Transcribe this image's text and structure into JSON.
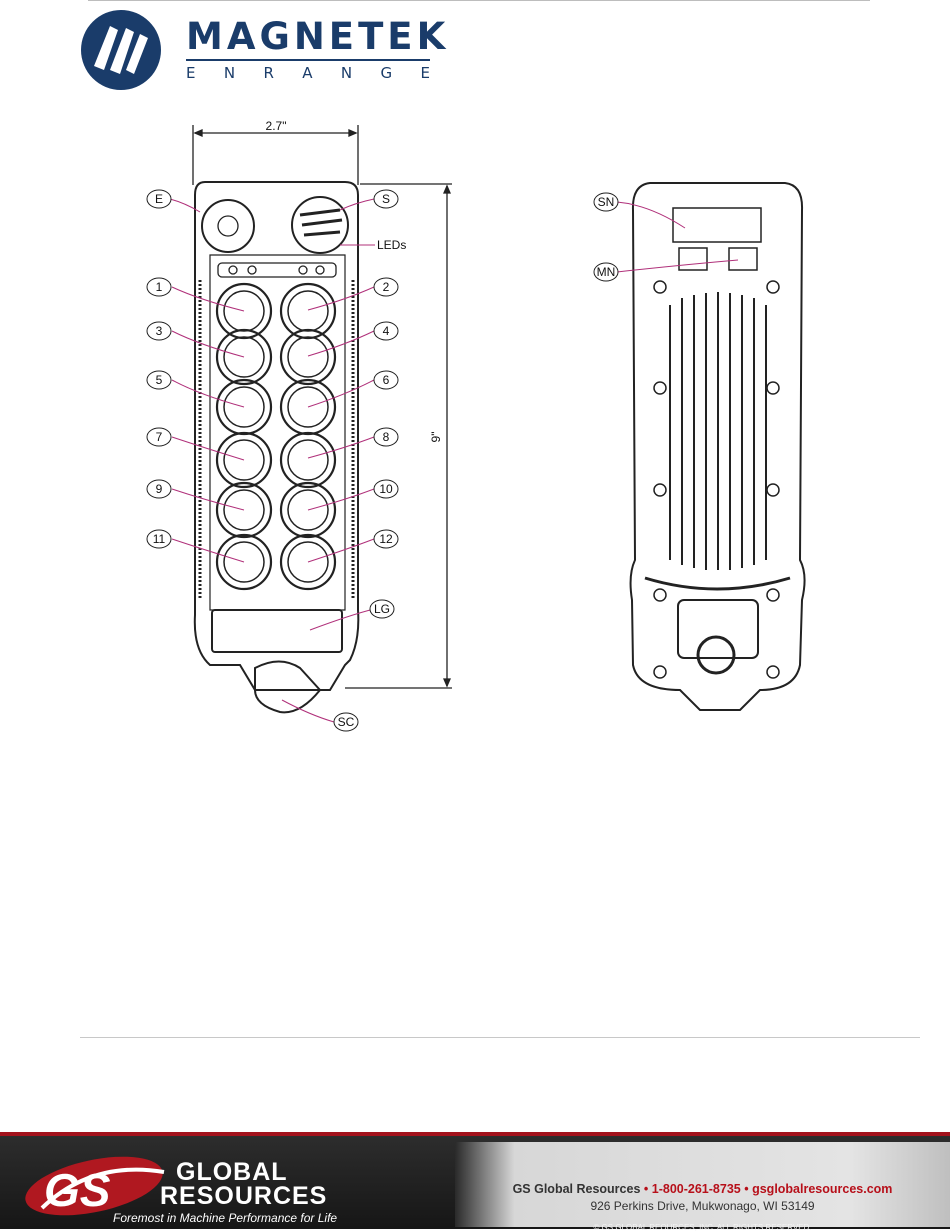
{
  "header": {
    "brand_name": "MAGNETEK",
    "brand_sub_letters": [
      "E",
      "N",
      "R",
      "A",
      "N",
      "G",
      "E"
    ]
  },
  "drawing": {
    "width_label": "2.7\"",
    "height_label": "9\"",
    "front_callouts": {
      "e": "E",
      "s": "S",
      "leds": "LEDs",
      "b1": "1",
      "b2": "2",
      "b3": "3",
      "b4": "4",
      "b5": "5",
      "b6": "6",
      "b7": "7",
      "b8": "8",
      "b9": "9",
      "b10": "10",
      "b11": "11",
      "b12": "12",
      "lg": "LG",
      "sc": "SC"
    },
    "back_callouts": {
      "sn": "SN",
      "mn": "MN"
    }
  },
  "footer": {
    "gs_mark": "GS",
    "global": "GLOBAL",
    "resources": "RESOURCES",
    "tagline": "Foremost in Machine Performance for Life",
    "company": "GS Global Resources",
    "phone": "1-800-261-8735",
    "website": "gsglobalresources.com",
    "separator": "•",
    "address": "926 Perkins Drive, Mukwonago, WI 53149",
    "copyright": "© GS GLOBAL REOURCES, INC. ALL RIGHTS RESERVED."
  },
  "colors": {
    "brand_blue": "#1a3c6a",
    "footer_red": "#b7101a",
    "footer_dark": "#1c1c1c"
  }
}
